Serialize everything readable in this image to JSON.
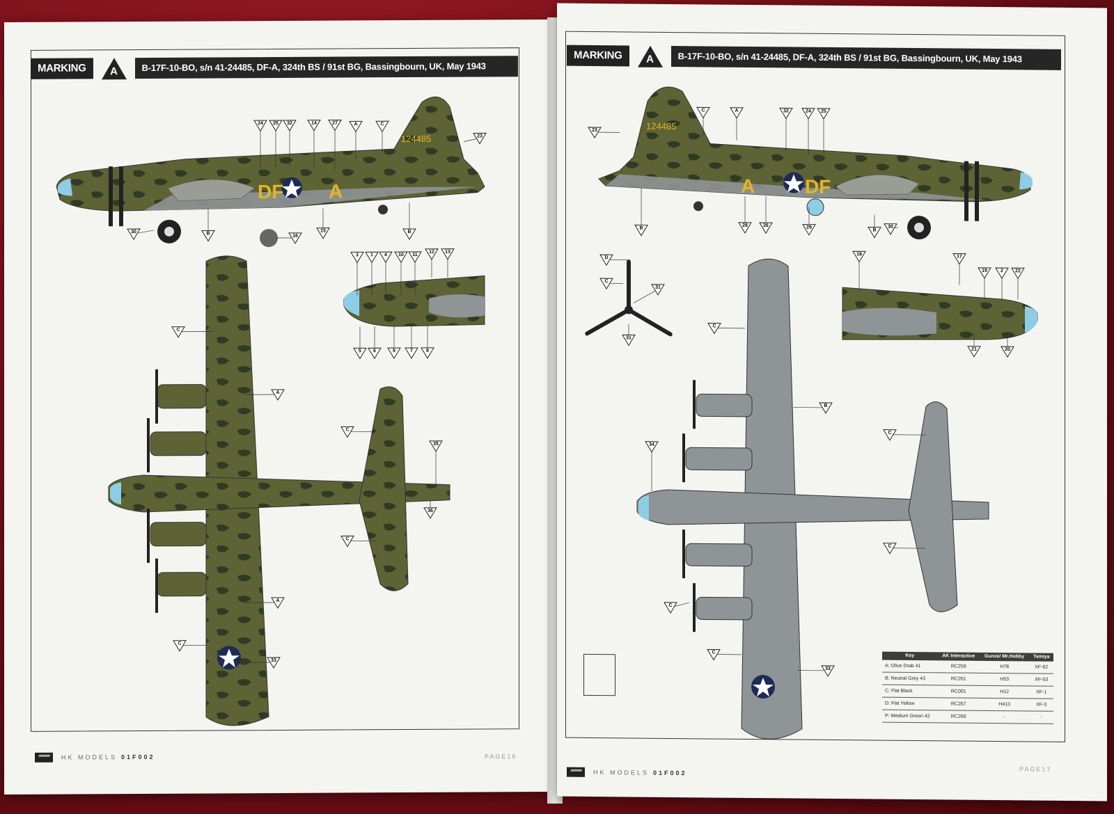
{
  "left_page": {
    "marking_label": "MARKING",
    "marking_letter": "A",
    "title": "B-17F-10-BO, s/n 41-24485, DF-A, 324th BS / 91st BG, Bassingbourn, UK, May 1943",
    "tail_number": "124485",
    "fuselage_code_left": "DF",
    "fuselage_code_right": "A",
    "footer_brand": "HK MODELS",
    "footer_code": "01F002",
    "page_number": "PAGE16"
  },
  "right_page": {
    "marking_label": "MARKING",
    "marking_letter": "A",
    "title": "B-17F-10-BO, s/n 41-24485, DF-A, 324th BS / 91st BG, Bassingbourn, UK, May 1943",
    "tail_number": "124485",
    "fuselage_code_left": "A",
    "fuselage_code_right": "DF",
    "footer_brand": "HK MODELS",
    "footer_code": "01F002",
    "page_number": "PAGE17"
  },
  "color_key": {
    "headers": [
      "Key",
      "AK Interactive",
      "Gunze/ Mr.Hobby",
      "Tamiya"
    ],
    "rows": [
      [
        "A: Olive Drab 41",
        "RC259",
        "H78",
        "XF-62"
      ],
      [
        "B: Neutral Grey 43",
        "RC261",
        "H53",
        "XF-53"
      ],
      [
        "C: Flat Black",
        "RC001",
        "H12",
        "XF-1"
      ],
      [
        "D: Flat Yellow",
        "RC267",
        "H413",
        "XF-3"
      ],
      [
        "P: Medium Green 42",
        "RC260",
        "-",
        "-"
      ]
    ]
  },
  "callouts_left": [
    "24",
    "25",
    "32",
    "14",
    "27",
    "A",
    "C",
    "23",
    "30",
    "B",
    "16",
    "15",
    "B",
    "3",
    "1",
    "4",
    "10",
    "11",
    "12",
    "13",
    "5",
    "6",
    "9",
    "7",
    "8",
    "C",
    "A",
    "C",
    "35",
    "36",
    "C",
    "A",
    "C",
    "33"
  ],
  "callouts_right": [
    "23",
    "C",
    "A",
    "32",
    "24",
    "25",
    "B",
    "28",
    "26",
    "29",
    "B",
    "30",
    "D",
    "C",
    "31",
    "31",
    "C",
    "B",
    "18",
    "17",
    "19",
    "2",
    "22",
    "21",
    "20",
    "C",
    "34",
    "C",
    "C",
    "C",
    "33"
  ],
  "colors": {
    "olive_drab": "#5d6335",
    "dark_green": "#2f3b22",
    "neutral_grey": "#8f9496",
    "yellow": "#e3b526",
    "light_blue": "#8ecde6",
    "header_dark": "#262626"
  }
}
